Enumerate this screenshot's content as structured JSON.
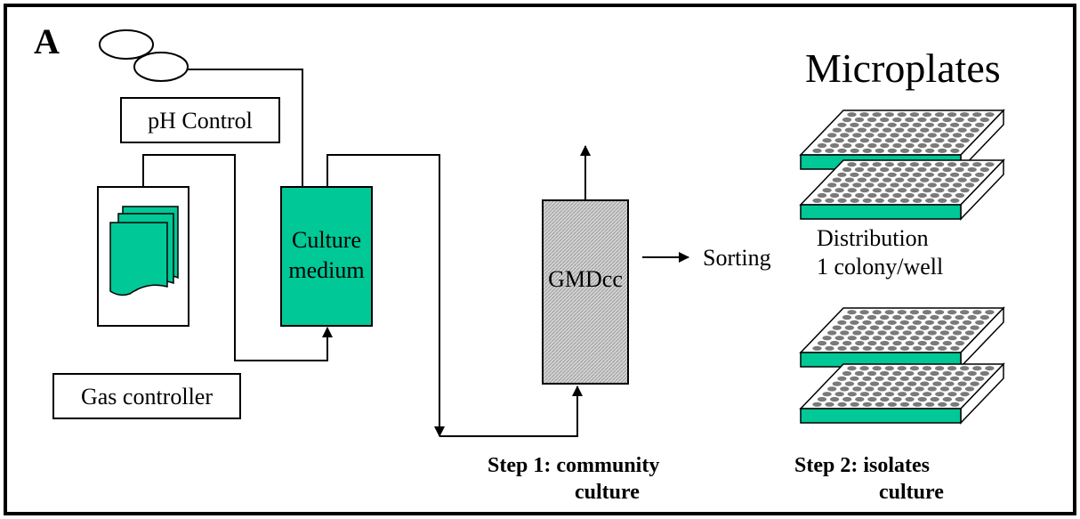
{
  "panel_label": "A",
  "microplates_title": "Microplates",
  "ph_control_label": "pH Control",
  "gas_controller_label": "Gas controller",
  "culture_medium": {
    "line1": "Culture",
    "line2": "medium"
  },
  "gmdcc_label": "GMDcc",
  "sorting_label": "Sorting",
  "distribution": {
    "line1": "Distribution",
    "line2": "1 colony/well"
  },
  "step1": {
    "line1": "Step 1:  community",
    "line2": "culture"
  },
  "step2": {
    "line1": "Step 2: isolates",
    "line2": "culture"
  },
  "colors": {
    "teal": "#00c896",
    "gmdcc_fill": "#c8c8c8",
    "well": "#7a7a7a",
    "frame": "#000000"
  },
  "icons": {
    "gas_bottles": "ellipse-pair-icon",
    "sensor_sheets": "stacked-sheets-icon",
    "microplate": "microplate-icon"
  }
}
